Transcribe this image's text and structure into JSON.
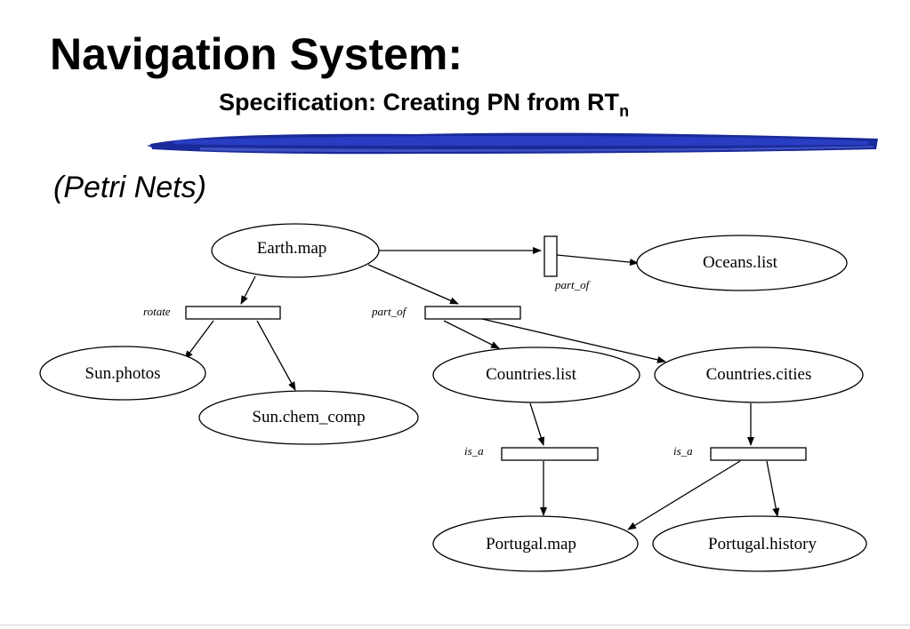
{
  "slide": {
    "title": "Navigation System:",
    "subtitle": "Specification: Creating PN from RT",
    "subtitle_subscript": "n",
    "caption": "(Petri Nets)"
  },
  "diagram": {
    "places": {
      "earth_map": "Earth.map",
      "oceans_list": "Oceans.list",
      "sun_photos": "Sun.photos",
      "sun_chem_comp": "Sun.chem_comp",
      "countries_list": "Countries.list",
      "countries_cities": "Countries.cities",
      "portugal_map": "Portugal.map",
      "portugal_history": "Portugal.history"
    },
    "transitions": {
      "oceans": "part_of",
      "rotate": "rotate",
      "countries": "part_of",
      "list_is_a": "is_a",
      "cities_is_a": "is_a"
    }
  },
  "colors": {
    "brush_dark": "#1a2a9a",
    "brush_mid": "#2c41c8",
    "brush_light": "#5b6fe0"
  }
}
